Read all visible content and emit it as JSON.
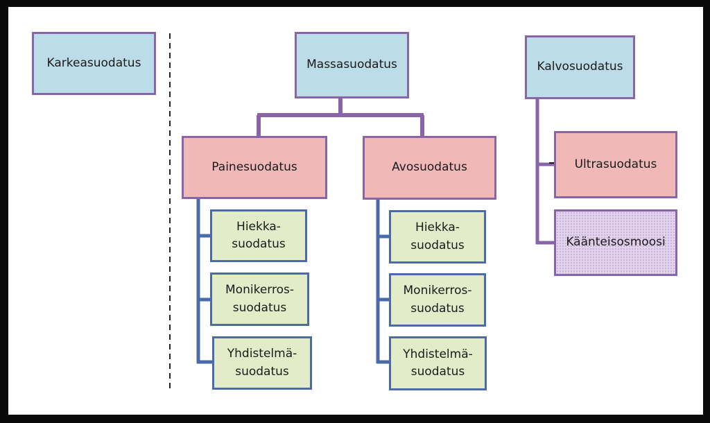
{
  "diagram": {
    "boxes": {
      "karkeasuodatus": "Karkeasuodatus",
      "massasuodatus": "Massasuodatus",
      "kalvosuodatus": "Kalvosuodatus",
      "painesuodatus": "Painesuodatus",
      "avosuodatus": "Avosuodatus",
      "ultrasuodatus": "Ultrasuodatus",
      "kaanteisosmoosi": "Käänteisosmoosi",
      "paine_hiekka": "Hiekka-\nsuodatus",
      "paine_monikerros": "Monikerros-\nsuodatus",
      "paine_yhdistelma": "Yhdistelmä-\nsuodatus",
      "avo_hiekka": "Hiekka-\nsuodatus",
      "avo_monikerros": "Monikerros-\nsuodatus",
      "avo_yhdistelma": "Yhdistelmä-\nsuodatus"
    },
    "colors": {
      "top_level_fill": "#bcdde8",
      "second_level_fill": "#f1b8b8",
      "leaf_fill": "#e3ecc9",
      "reverse_osmosis_fill": "#e2d2ec",
      "purple_connector": "#8a64a8",
      "blue_connector": "#4a6aa8"
    }
  }
}
